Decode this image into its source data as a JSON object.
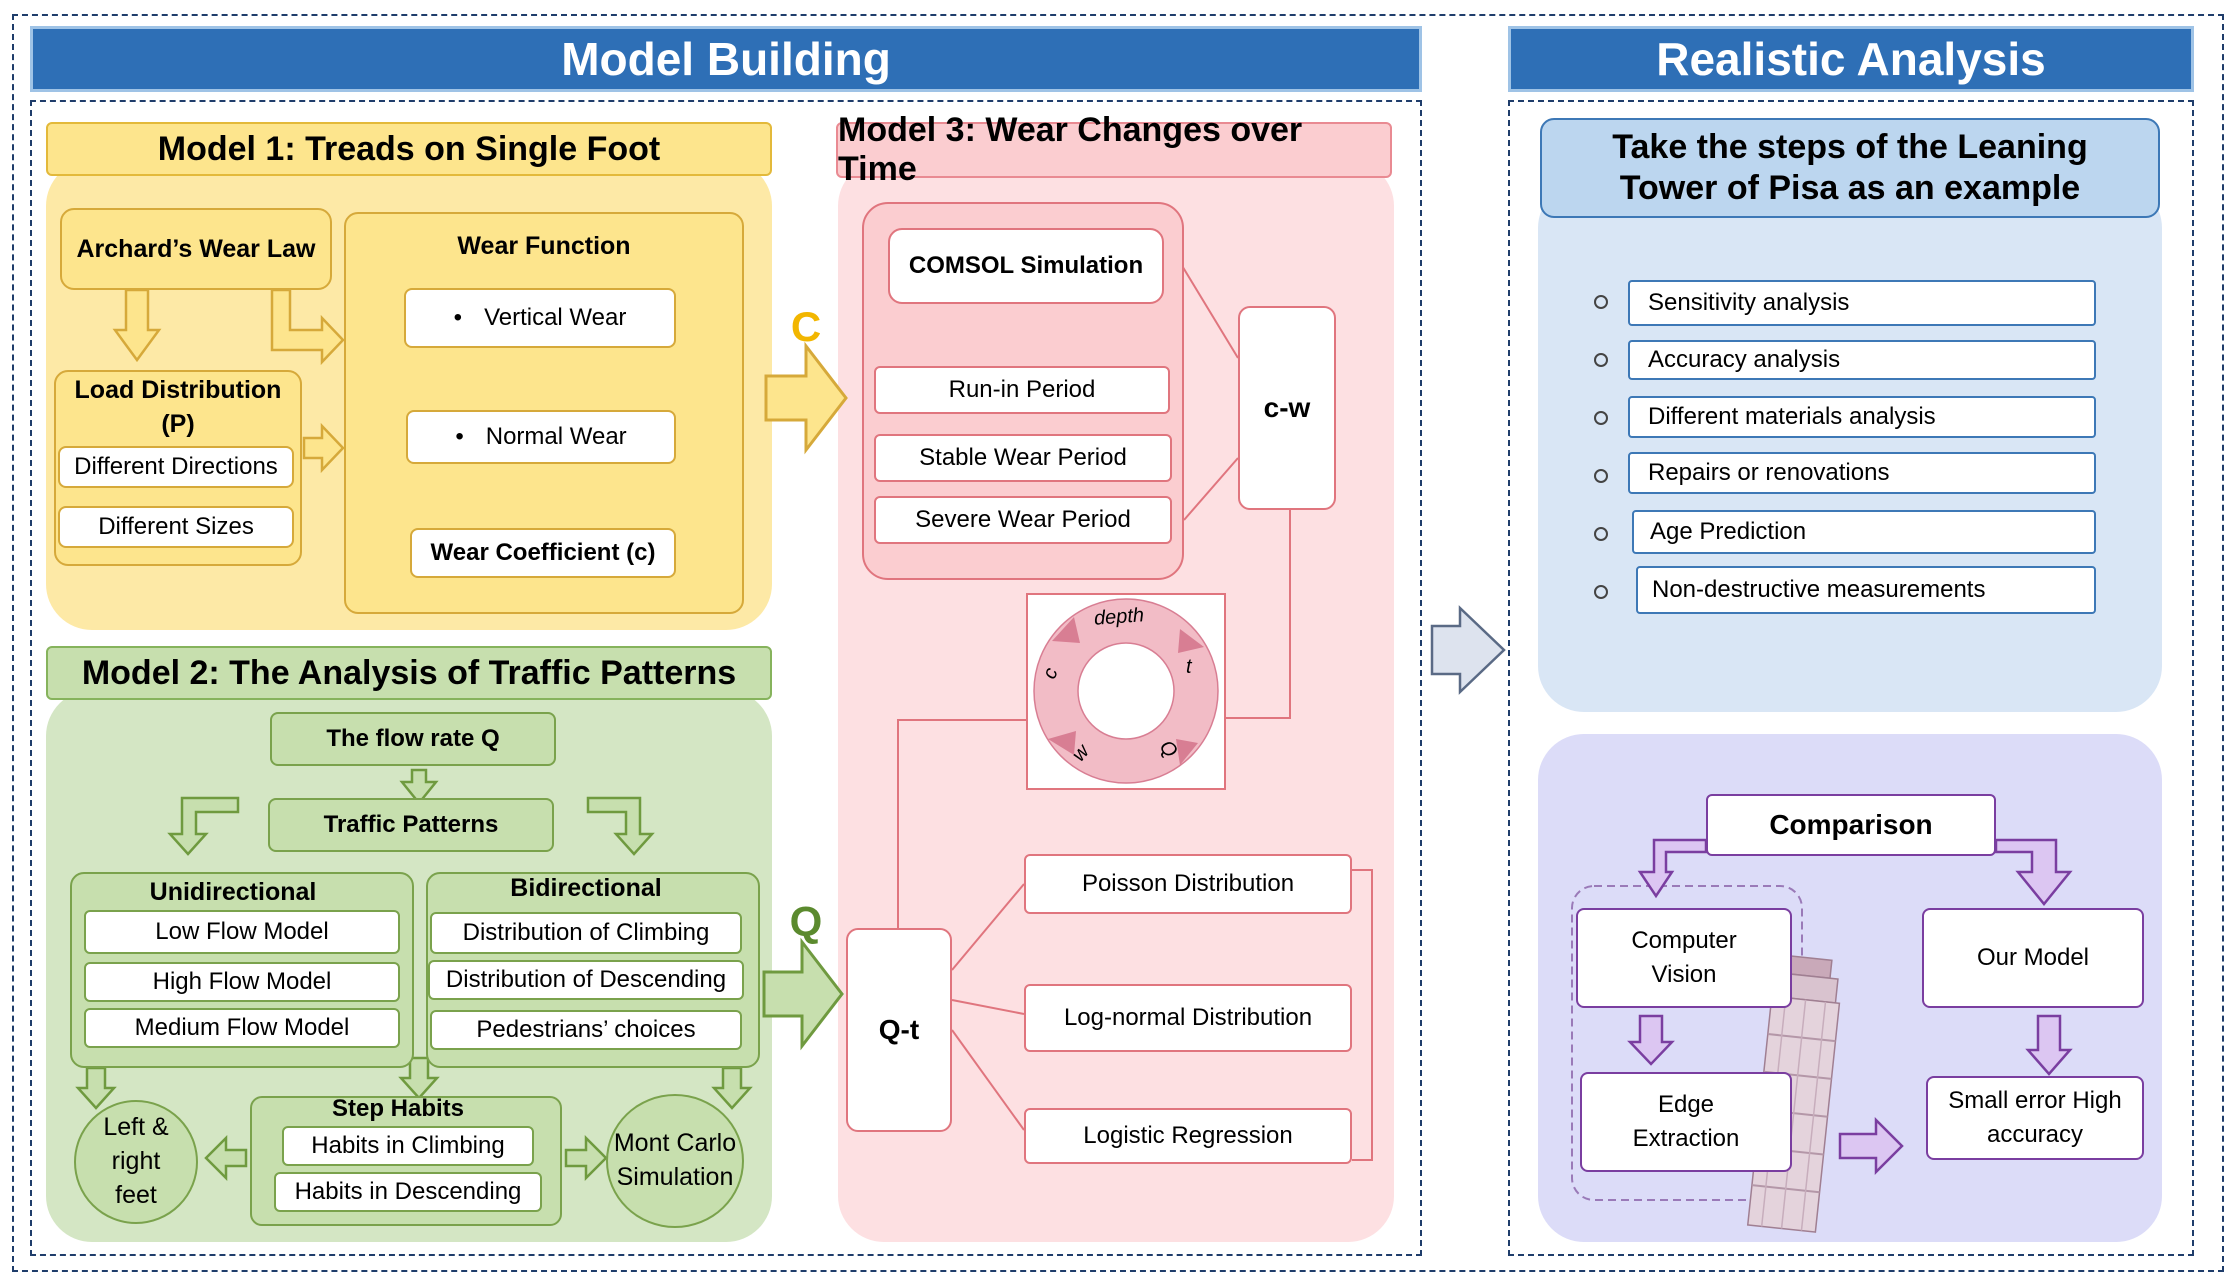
{
  "banners": {
    "left": "Model Building",
    "right": "Realistic Analysis"
  },
  "model1": {
    "title": "Model 1: Treads on Single Foot",
    "archard": "Archard’s Wear Law",
    "load_title": "Load Distribution (P)",
    "load_items": [
      "Different Directions",
      "Different Sizes"
    ],
    "wear_function": "Wear Function",
    "vertical": "Vertical Wear",
    "normal": "Normal Wear",
    "coefficient": "Wear Coefficient (c)",
    "bullet": "•"
  },
  "model2": {
    "title": "Model 2: The Analysis of Traffic Patterns",
    "flow": "The flow rate Q",
    "traffic": "Traffic Patterns",
    "uni_title": "Unidirectional",
    "uni_items": [
      "Low Flow Model",
      "High Flow Model",
      "Medium Flow Model"
    ],
    "bi_title": "Bidirectional",
    "bi_items": [
      "Distribution of Climbing",
      "Distribution of Descending",
      "Pedestrians’ choices"
    ],
    "step_title": "Step Habits",
    "step_items": [
      "Habits in Climbing",
      "Habits in Descending"
    ],
    "left_right": "Left & right feet",
    "monte": "Mont Carlo Simulation"
  },
  "model3": {
    "title": "Model 3: Wear Changes over Time",
    "comsol": "COMSOL Simulation",
    "periods": [
      "Run-in Period",
      "Stable Wear Period",
      "Severe Wear Period"
    ],
    "cw": "c-w",
    "qt": "Q-t",
    "distributions": [
      "Poisson Distribution",
      "Log-normal Distribution",
      "Logistic Regression"
    ],
    "cycle": {
      "depth": "depth",
      "t": "t",
      "q": "Q",
      "w": "w",
      "c": "c"
    }
  },
  "connectors": {
    "c": "C",
    "q": "Q"
  },
  "realistic": {
    "example_title": "Take the steps of the Leaning Tower of Pisa as an example",
    "items": [
      "Sensitivity analysis",
      "Accuracy analysis",
      "Different materials analysis",
      "Repairs or renovations",
      "Age Prediction",
      "Non-destructive measurements"
    ],
    "comparison": "Comparison",
    "cv": "Computer Vision",
    "edge": "Edge Extraction",
    "our_model": "Our Model",
    "result": "Small error High accuracy"
  },
  "colors": {
    "banner": "#2e6fb6",
    "yellow": "#fde9a6",
    "green": "#d4e6c4",
    "pink": "#fde0e2",
    "blue": "#d9e6f5",
    "violet": "#dcdcf8",
    "accent_c": "#f2b600",
    "accent_q": "#5b8a2e"
  }
}
